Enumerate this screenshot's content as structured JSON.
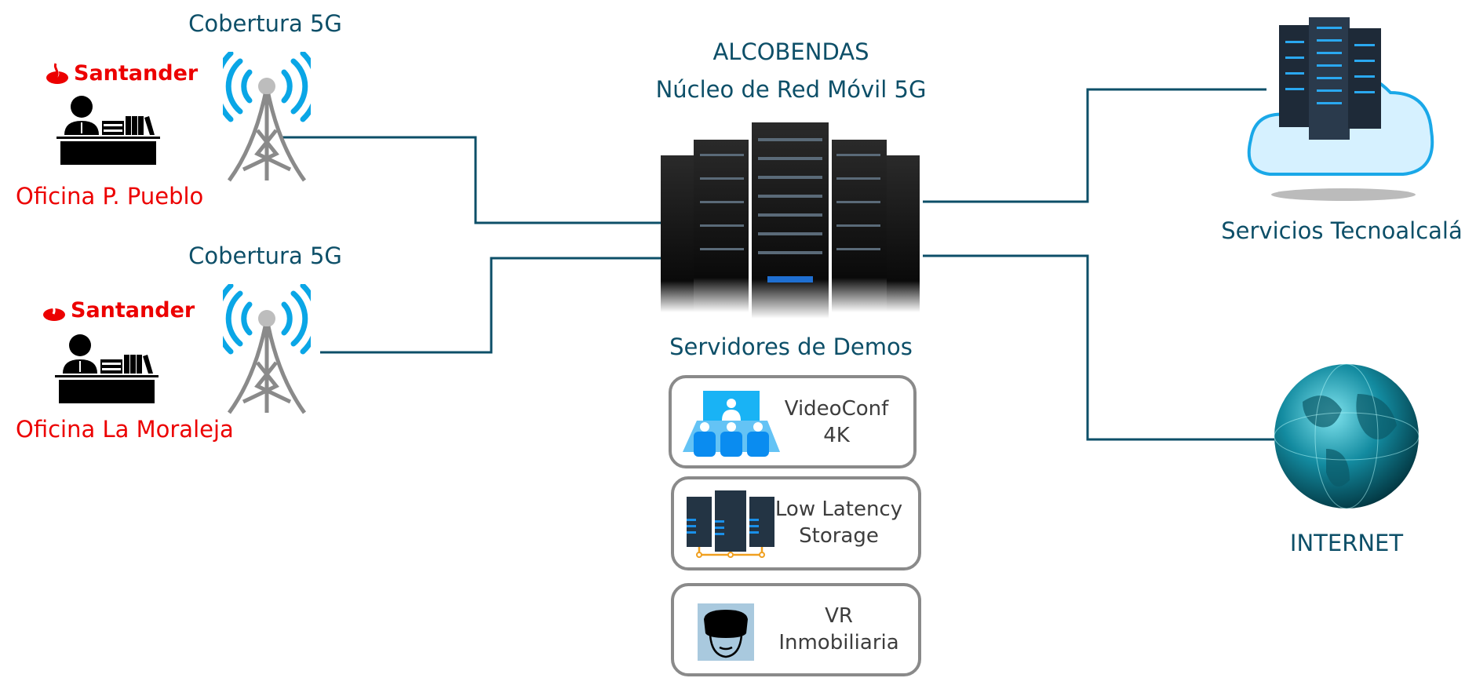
{
  "offices": [
    {
      "brand": "Santander",
      "name": "Oficina P. Pueblo",
      "coverage": "Cobertura 5G"
    },
    {
      "brand": "Santander",
      "name": "Oficina La Moraleja",
      "coverage": "Cobertura 5G"
    }
  ],
  "core": {
    "title": "ALCOBENDAS",
    "subtitle": "Núcleo de Red Móvil 5G",
    "servers_label": "Servidores de Demos"
  },
  "demos": [
    {
      "line1": "VideoConf",
      "line2": "4K",
      "icon": "videoconference-icon"
    },
    {
      "line1": "Low Latency",
      "line2": "Storage",
      "icon": "storage-servers-icon"
    },
    {
      "line1": "VR",
      "line2": "Inmobiliaria",
      "icon": "vr-headset-icon"
    }
  ],
  "right": {
    "cloud_label": "Servicios Tecnoalcalá",
    "internet_label": "INTERNET"
  },
  "colors": {
    "line": "#0d4f68",
    "brand_red": "#ec0000",
    "signal_blue": "#00a8e8"
  }
}
